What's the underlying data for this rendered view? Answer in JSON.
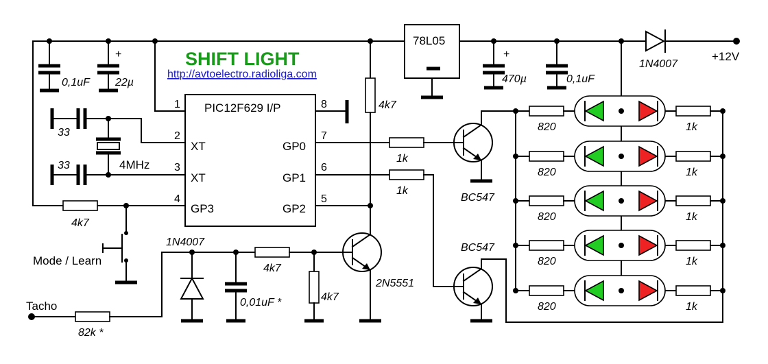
{
  "title": "SHIFT LIGHT",
  "url": "http://avtoelectro.radioliga.com",
  "ic": {
    "name": "PIC12F629 I/P",
    "pins": {
      "p1": "1",
      "p2": "2",
      "p3": "3",
      "p4": "4",
      "p5": "5",
      "p6": "6",
      "p7": "7",
      "p8": "8"
    },
    "pin_labels": {
      "xt1": "XT",
      "xt2": "XT",
      "gp3": "GP3",
      "gp0": "GP0",
      "gp1": "GP1",
      "gp2": "GP2"
    }
  },
  "regulator": "78L05",
  "supply": "+12V",
  "labels": {
    "c_01uf_left": "0,1uF",
    "c_22u": "22µ",
    "c_470u": "470µ",
    "c_01uf_right": "0,1uF",
    "d_top": "1N4007",
    "r_4k7_top": "4k7",
    "c_33_a": "33",
    "c_33_b": "33",
    "crystal": "4MHz",
    "r_1k_gp0": "1k",
    "r_1k_gp1": "1k",
    "q_bc547_a": "BC547",
    "q_bc547_b": "BC547",
    "r_4k7_gp3": "4k7",
    "button": "Mode / Learn",
    "d_bottom": "1N4007",
    "r_4k7_mid": "4k7",
    "c_001uf": "0,01uF *",
    "r_4k7_vert": "4k7",
    "q_2n5551": "2N5551",
    "tacho": "Tacho",
    "r_82k": "82k *"
  },
  "led_rows": [
    {
      "r_left": "820",
      "r_right": "1k"
    },
    {
      "r_left": "820",
      "r_right": "1k"
    },
    {
      "r_left": "820",
      "r_right": "1k"
    },
    {
      "r_left": "820",
      "r_right": "1k"
    },
    {
      "r_left": "820",
      "r_right": "1k"
    }
  ],
  "colors": {
    "led_green": "#22cc22",
    "led_red": "#ee2222",
    "title": "#1a9a1a",
    "url": "#1a1acc"
  }
}
